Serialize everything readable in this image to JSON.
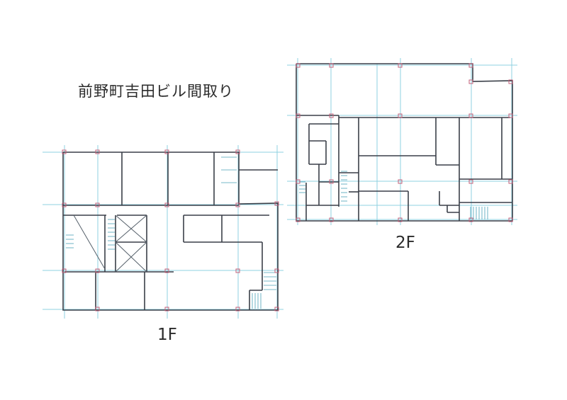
{
  "document": {
    "title": "前野町吉田ビル間取り",
    "floors": [
      {
        "label": "1F"
      },
      {
        "label": "2F"
      }
    ]
  },
  "colors": {
    "wall": "#3a3f48",
    "grid_line": "#8fd0e0",
    "column": "#c0607a"
  }
}
